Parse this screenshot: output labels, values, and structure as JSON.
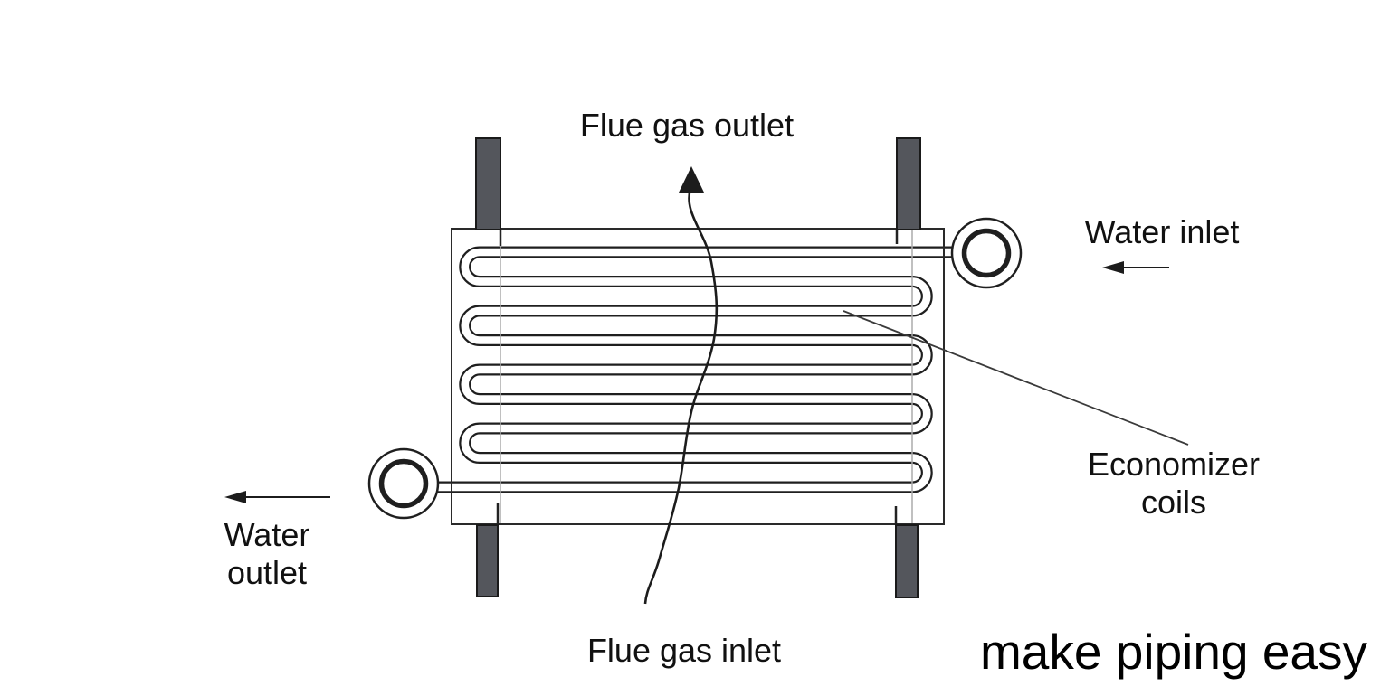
{
  "labels": {
    "flue_gas_outlet": "Flue gas outlet",
    "water_inlet": "Water inlet",
    "economizer_coils": "Economizer coils",
    "water_outlet": "Water outlet",
    "flue_gas_inlet": "Flue gas inlet"
  },
  "watermark": "make piping easy",
  "colors": {
    "line": "#1f1f1f",
    "support_fill": "#54565c",
    "support_border": "#1a1a1a",
    "background": "#ffffff",
    "text": "#111111"
  }
}
